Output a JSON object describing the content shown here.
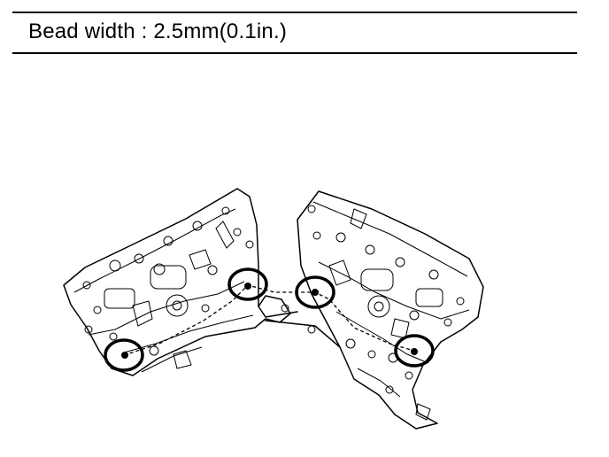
{
  "caption": {
    "label": "Bead width",
    "separator": ":",
    "value": "2.5mm(0.1in.)"
  },
  "figure": {
    "icon": "engine-block-sealant-diagram",
    "markers": 4
  }
}
